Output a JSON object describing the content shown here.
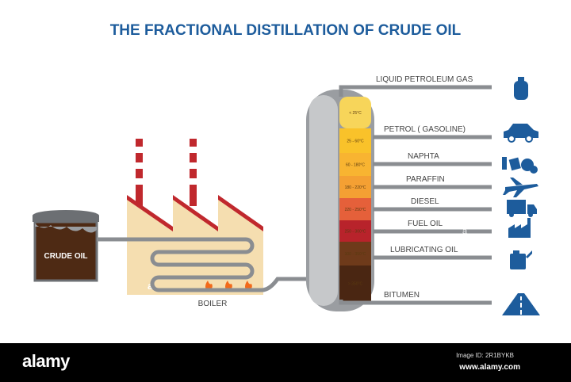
{
  "title": "THE FRACTIONAL DISTILLATION OF CRUDE OIL",
  "tank_label": "CRUDE OIL",
  "boiler_label": "BOILER",
  "fractions": [
    {
      "product": "LIQUID PETROLEUM GAS",
      "temp": "< 25°C",
      "color": "#f7d55a",
      "icon": "gas-cylinder-icon"
    },
    {
      "product": "PETROL ( GASOLINE)",
      "temp": "25 - 60°C",
      "color": "#f9c22a",
      "icon": "car-icon"
    },
    {
      "product": "NAPHTA",
      "temp": "60 - 180°C",
      "color": "#f8b431",
      "icon": "chemicals-icon"
    },
    {
      "product": "PARAFFIN",
      "temp": "180 - 220°C",
      "color": "#f4a033",
      "icon": "airplane-icon"
    },
    {
      "product": "DIESEL",
      "temp": "220 - 250°C",
      "color": "#e5603a",
      "icon": "truck-icon"
    },
    {
      "product": "FUEL OIL",
      "temp": "250 - 300°C",
      "color": "#b8232b",
      "icon": "factory-icon"
    },
    {
      "product": "LUBRICATING OIL",
      "temp": "300 - 350°C",
      "color": "#6e3a1a",
      "icon": "oil-can-icon"
    },
    {
      "product": "BITUMEN",
      "temp": "> 350°C",
      "color": "#4a2612",
      "icon": "road-icon"
    }
  ],
  "colors": {
    "title": "#1d5c9c",
    "icons": "#1d5c9c",
    "pipe": "#8a8d91",
    "factory": "#f5deb0",
    "roof": "#c0282d",
    "crude_oil": "#4e2a14"
  },
  "footer": {
    "brand": "alamy",
    "image_id": "Image ID: 2R1BYKB",
    "site": "www.alamy.com"
  }
}
